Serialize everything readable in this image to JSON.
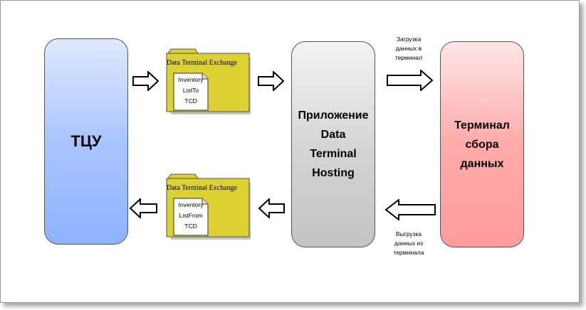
{
  "nodes": {
    "tcu": "ТЦУ",
    "app": "Приложение\nData\nTerminal\nHosting",
    "terminal": "Терминал\nсбора\nданных"
  },
  "folders": {
    "top": {
      "title": "Data Terminal Exchange",
      "doc": "Inventory\nListTo\nTCD"
    },
    "bottom": {
      "title": "Data Terminal Exchange",
      "doc": "Inventory\nListFrom\nTCD"
    }
  },
  "labels": {
    "upload": "Загрузка\nданных в\nтерминал",
    "download": "Выгрузка\nданных из\nтерминала"
  },
  "colors": {
    "tcu": "#a9c5ff",
    "app": "#d3d3d3",
    "terminal": "#ffaaaa",
    "folder": "#ddd032"
  }
}
